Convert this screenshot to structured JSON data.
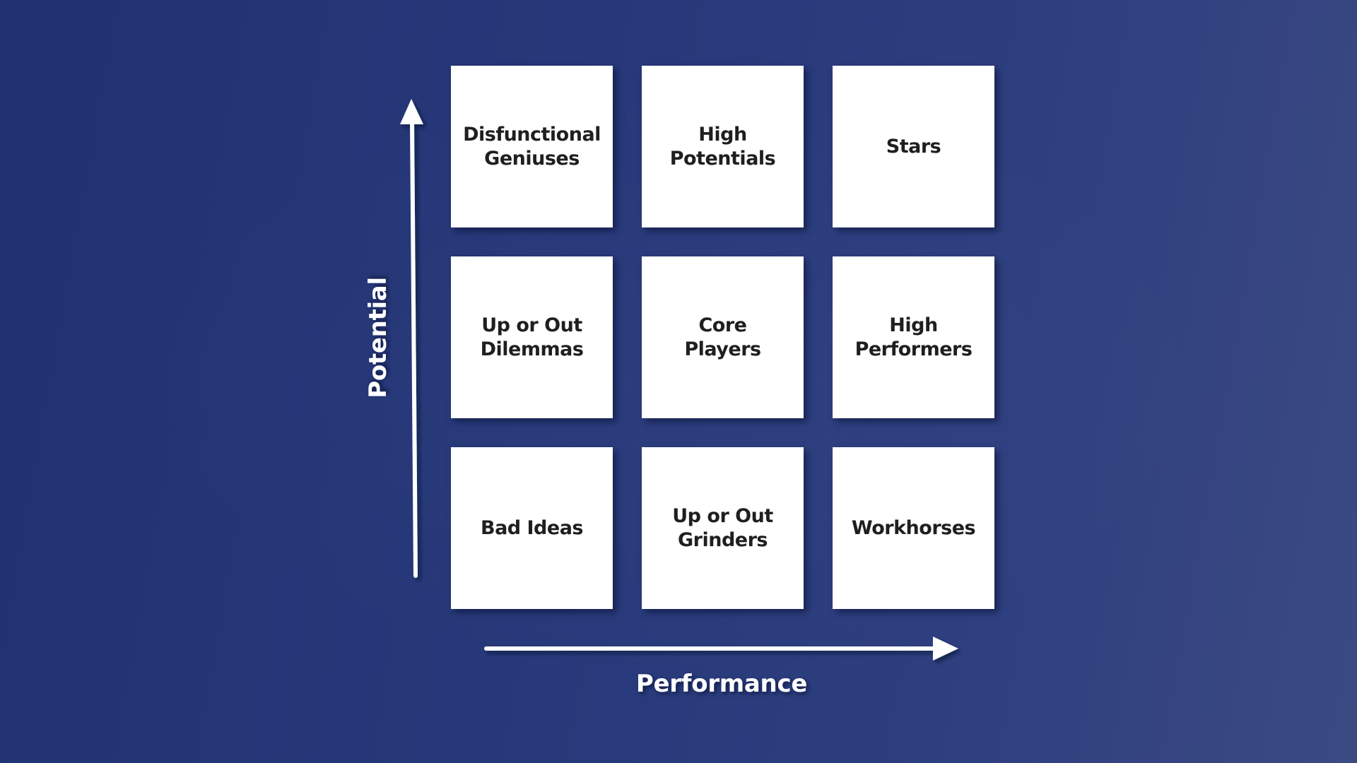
{
  "diagram": {
    "x_axis_label": "Performance",
    "y_axis_label": "Potential",
    "cells": [
      {
        "label": "Disfunctional\nGeniuses"
      },
      {
        "label": "High\nPotentials"
      },
      {
        "label": "Stars"
      },
      {
        "label": "Up or Out\nDilemmas"
      },
      {
        "label": "Core\nPlayers"
      },
      {
        "label": "High\nPerformers"
      },
      {
        "label": "Bad Ideas"
      },
      {
        "label": "Up or Out\nGrinders"
      },
      {
        "label": "Workhorses"
      }
    ]
  },
  "colors": {
    "background": "#27397a",
    "cell": "#ffffff",
    "cell_text": "#1f1f1f",
    "axis": "#ffffff"
  }
}
